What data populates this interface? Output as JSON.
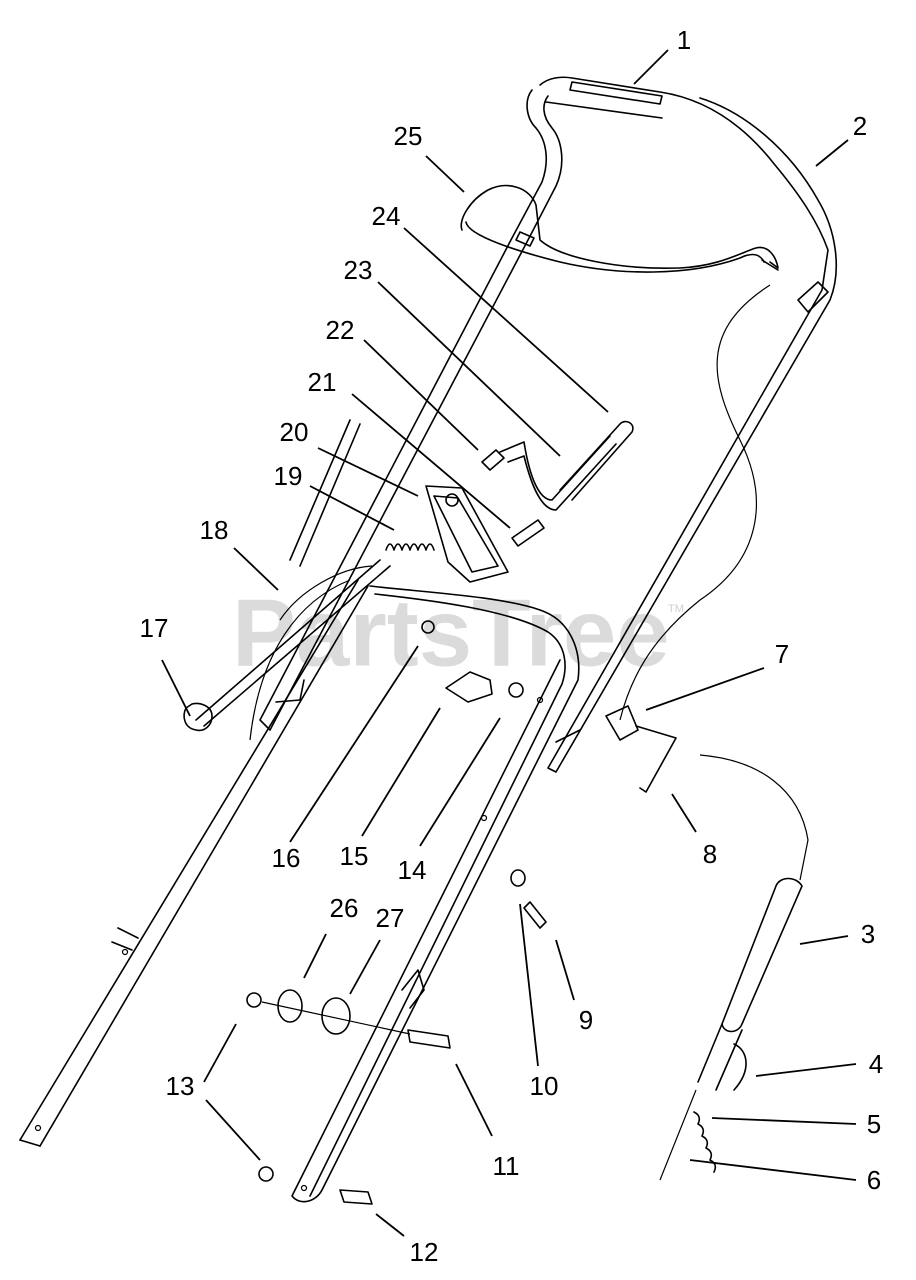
{
  "watermark": {
    "text": "PartsTree",
    "mark": "TM"
  },
  "callouts": [
    {
      "id": "c1",
      "label": "1"
    },
    {
      "id": "c2",
      "label": "2"
    },
    {
      "id": "c3",
      "label": "3"
    },
    {
      "id": "c4",
      "label": "4"
    },
    {
      "id": "c5",
      "label": "5"
    },
    {
      "id": "c6",
      "label": "6"
    },
    {
      "id": "c7",
      "label": "7"
    },
    {
      "id": "c8",
      "label": "8"
    },
    {
      "id": "c9",
      "label": "9"
    },
    {
      "id": "c10",
      "label": "10"
    },
    {
      "id": "c11",
      "label": "11"
    },
    {
      "id": "c12",
      "label": "12"
    },
    {
      "id": "c13",
      "label": "13"
    },
    {
      "id": "c14",
      "label": "14"
    },
    {
      "id": "c15",
      "label": "15"
    },
    {
      "id": "c16",
      "label": "16"
    },
    {
      "id": "c17",
      "label": "17"
    },
    {
      "id": "c18",
      "label": "18"
    },
    {
      "id": "c19",
      "label": "19"
    },
    {
      "id": "c20",
      "label": "20"
    },
    {
      "id": "c21",
      "label": "21"
    },
    {
      "id": "c22",
      "label": "22"
    },
    {
      "id": "c23",
      "label": "23"
    },
    {
      "id": "c24",
      "label": "24"
    },
    {
      "id": "c25",
      "label": "25"
    },
    {
      "id": "c26",
      "label": "26"
    },
    {
      "id": "c27",
      "label": "27"
    }
  ]
}
